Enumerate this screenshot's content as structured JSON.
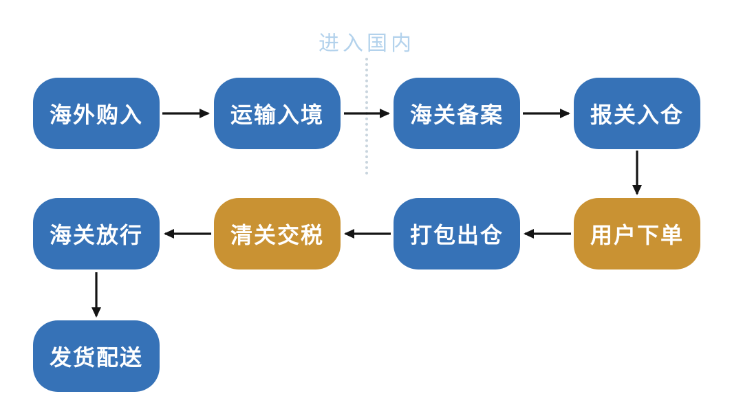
{
  "divider": {
    "label": "进入国内"
  },
  "nodes": [
    {
      "id": "overseas-purchase",
      "label": "海外购入",
      "color": "blue"
    },
    {
      "id": "transport-entry",
      "label": "运输入境",
      "color": "blue"
    },
    {
      "id": "customs-filing",
      "label": "海关备案",
      "color": "blue"
    },
    {
      "id": "declare-into-warehouse",
      "label": "报关入仓",
      "color": "blue"
    },
    {
      "id": "customs-release",
      "label": "海关放行",
      "color": "blue"
    },
    {
      "id": "clearance-pay-tax",
      "label": "清关交税",
      "color": "gold"
    },
    {
      "id": "pack-out-of-warehouse",
      "label": "打包出仓",
      "color": "blue"
    },
    {
      "id": "user-places-order",
      "label": "用户下单",
      "color": "gold"
    },
    {
      "id": "ship-and-deliver",
      "label": "发货配送",
      "color": "blue"
    }
  ],
  "edges": [
    {
      "from": "海外购入",
      "to": "运输入境"
    },
    {
      "from": "运输入境",
      "to": "海关备案"
    },
    {
      "from": "海关备案",
      "to": "报关入仓"
    },
    {
      "from": "报关入仓",
      "to": "用户下单"
    },
    {
      "from": "用户下单",
      "to": "打包出仓"
    },
    {
      "from": "打包出仓",
      "to": "清关交税"
    },
    {
      "from": "清关交税",
      "to": "海关放行"
    },
    {
      "from": "海关放行",
      "to": "发货配送"
    }
  ],
  "colors": {
    "node_blue": "#3672B7",
    "node_gold": "#C99233",
    "node_text": "#FFFFFF",
    "divider_label": "#B3D2EC",
    "divider_line": "#C9D5DE",
    "arrow": "#141414",
    "background": "#FFFFFF"
  }
}
